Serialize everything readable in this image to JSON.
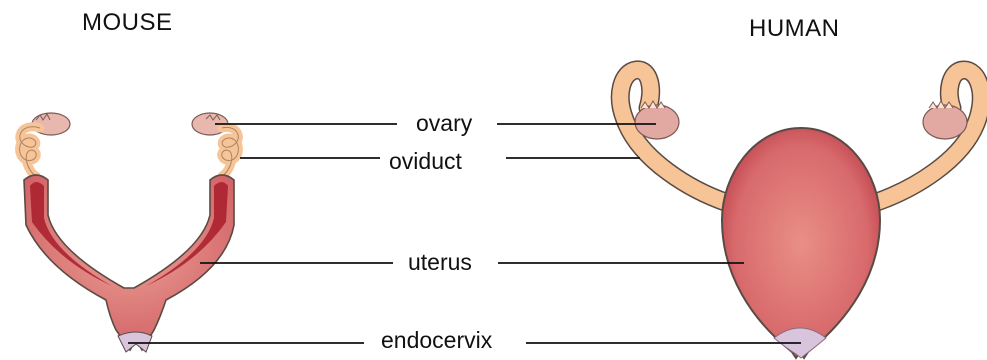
{
  "titles": {
    "mouse": "MOUSE",
    "human": "HUMAN"
  },
  "labels": {
    "ovary": "ovary",
    "oviduct": "oviduct",
    "uterus": "uterus",
    "endocervix": "endocervix"
  },
  "colors": {
    "oviduct": "#f6c497",
    "ovary": "#e8b7ad",
    "uterus": "#d9656a",
    "uterus_dark": "#a81d2a",
    "endocervix": "#d9c4de",
    "outline": "#5a4a44"
  }
}
